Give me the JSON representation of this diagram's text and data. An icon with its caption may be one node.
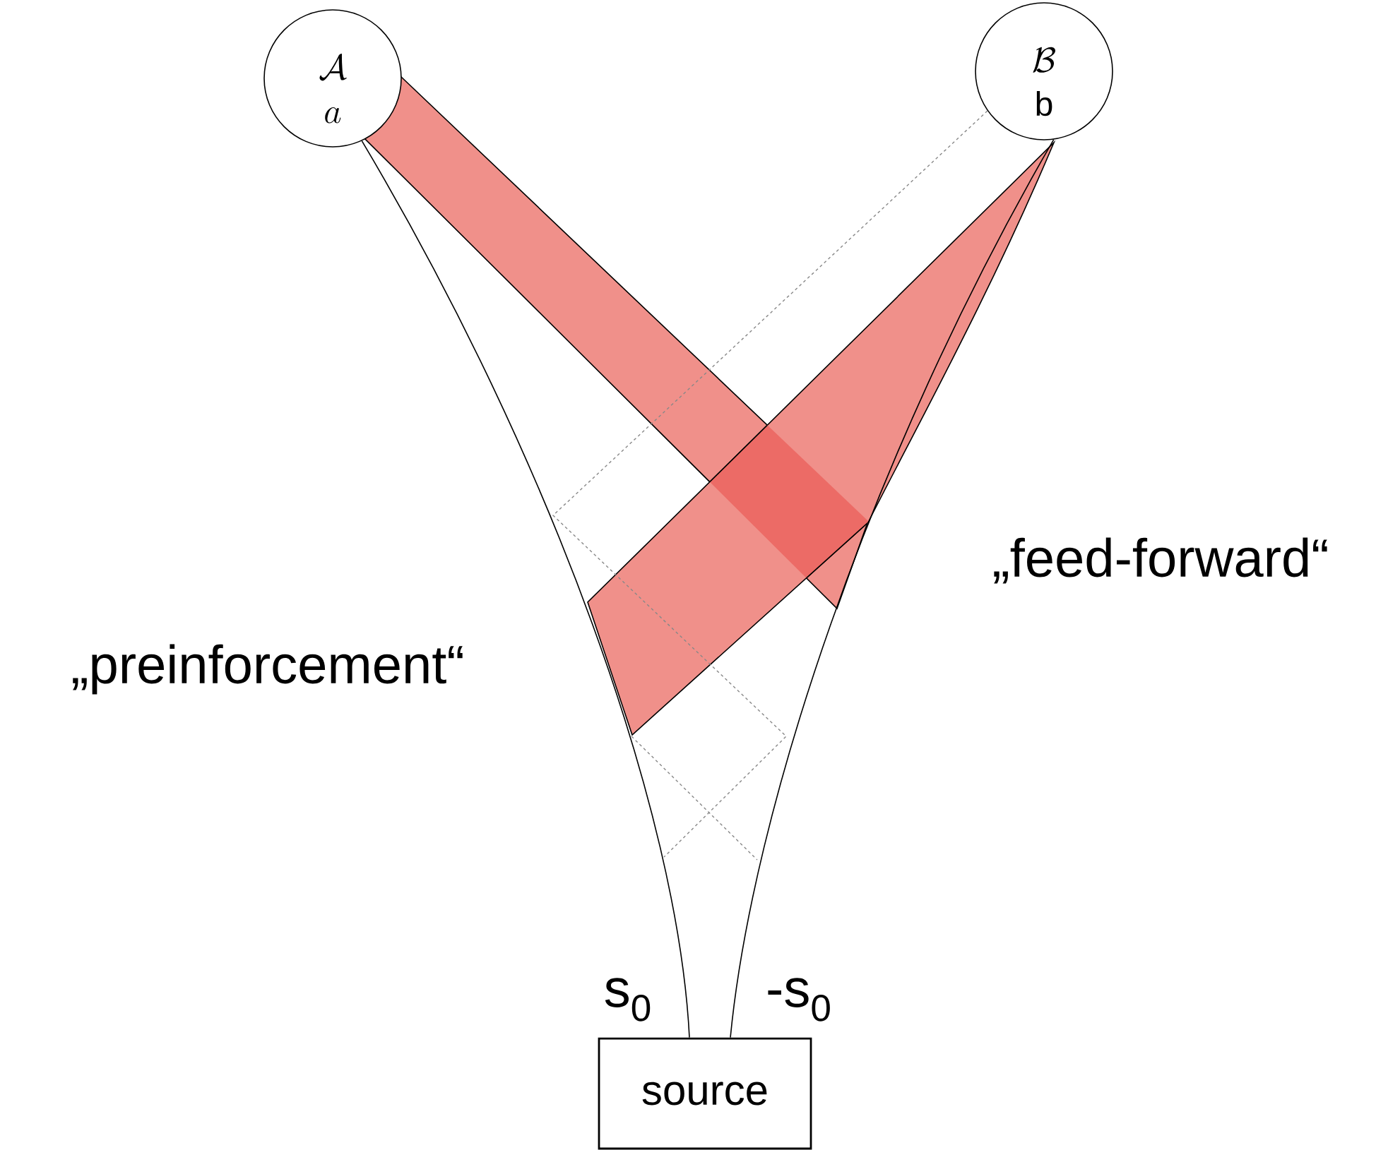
{
  "diagram": {
    "nodes": [
      {
        "text": [
          "\\mathcal{A}",
          "a"
        ]
      },
      {
        "text": [
          "\\mathcal{B}",
          "\\mathrm{b}"
        ]
      },
      {
        "text": [
          "source"
        ]
      }
    ],
    "edges": [
      {
        "from": 2,
        "to": 0,
        "arrow": "none",
        "label": "s$_{0}$"
      },
      {
        "from": 2,
        "to": 1,
        "arrow": "none",
        "label": "-s$_{0}$"
      },
      {
        "from": 1,
        "to": null,
        "arrow": "none",
        "style": "dashed",
        "color": "#888888"
      }
    ],
    "labels": [
      "„preinforcement“",
      "„feed-forward“"
    ]
  }
}
